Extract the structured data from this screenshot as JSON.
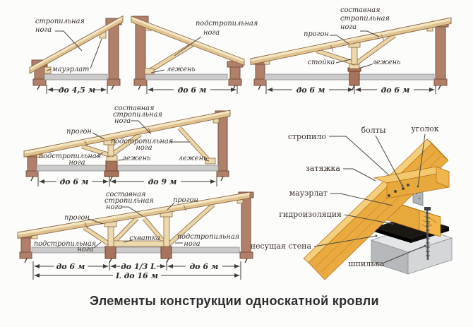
{
  "caption": "Элементы конструкции односкатной кровли",
  "terms": {
    "rafter_leg": [
      "стропильная",
      "нога"
    ],
    "mauerlat": "мауэрлат",
    "under_rafter": [
      "подстропильная",
      "нога"
    ],
    "lezhen": "лежень",
    "composite": [
      "составная",
      "стропильная",
      "нога"
    ],
    "progon": "прогон",
    "stojka": "стойка",
    "skhvatka": "схватка"
  },
  "dims": {
    "d45": "до 4,5 м",
    "d6": "до 6 м",
    "d9": "до 9 м",
    "d13": "до 1/3 L",
    "d16": "L до 16 м"
  },
  "detail": {
    "stropilo": "стропило",
    "bolty": "болты",
    "ugolok": "уголок",
    "zatyazhka": "затяжка",
    "mauerlat": "мауэрлат",
    "gidro": "гидроизоляция",
    "stena": "несущая стена",
    "shpilka": "шпилька"
  },
  "colors": {
    "wall": "#b1806b",
    "wood": "#ecd9ac",
    "wood3d_top": "#f6cd78",
    "wood3d_front": "#e8a93c",
    "concrete": "#b9bcbe",
    "waterproofing": "#1b1713",
    "text": "#38302a"
  }
}
